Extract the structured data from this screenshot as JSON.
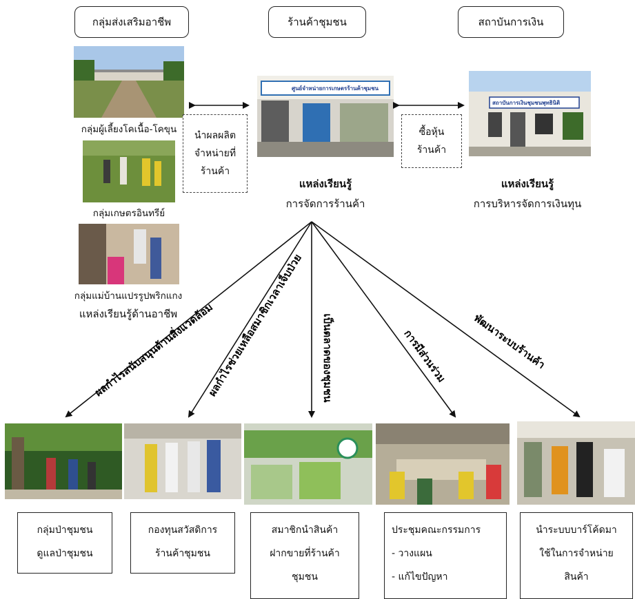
{
  "top_labels": {
    "career": "กลุ่มส่งเสริมอาชีพ",
    "store": "ร้านค้าชุมชน",
    "finance": "สถาบันการเงิน"
  },
  "left_groups": {
    "cattle": "กลุ่มผู้เลี้ยงโคเนื้อ-โคขุน",
    "organic": "กลุ่มเกษตรอินทรีย์",
    "chili": "กลุ่มแม่บ้านแปรรูปพริกแกง",
    "summary": "แหล่งเรียนรู้ด้านอาชีพ"
  },
  "connectors": {
    "left_box": [
      "นำผลผลิต",
      "จำหน่ายที่",
      "ร้านค้า"
    ],
    "right_box": [
      "ซื้อหุ้น",
      "ร้านค้า"
    ]
  },
  "store_sign": "ศูนย์จำหน่ายการเกษตรร้านค้าชุมชน",
  "finance_sign": "สถาบันการเงินชุมชนพุทธินิติ",
  "center_learning": {
    "title": "แหล่งเรียนรู้",
    "subtitle": "การจัดการร้านค้า"
  },
  "finance_learning": {
    "title": "แหล่งเรียนรู้",
    "subtitle": "การบริหารจัดการเงินทุน"
  },
  "arrow_labels": [
    "ผลกำไรสนับสนุนด้านสิ่งแวดล้อม",
    "ผลกำไรช่วยเหลือสมาชิกเวลาเจ็บป่วย",
    "เป็นตลาดของชุมชน",
    "การมีส่วนร่วม",
    "พัฒนาระบบร้านค้า"
  ],
  "outputs": [
    {
      "lines": [
        "กลุ่มป่าชุมชน",
        "ดูแลป่าชุมชน"
      ]
    },
    {
      "lines": [
        "กองทุนสวัสดิการ",
        "ร้านค้าชุมชน"
      ]
    },
    {
      "lines": [
        "สมาชิกนำสินค้า",
        "ฝากขายที่ร้านค้า",
        "ชุมชน"
      ]
    },
    {
      "lines": [
        "ประชุมคณะกรรมการ",
        "- วางแผน",
        "- แก้ไขปัญหา"
      ]
    },
    {
      "lines": [
        "นำระบบบาร์โค้ดมา",
        "ใช้ในการจำหน่าย",
        "สินค้า"
      ]
    }
  ],
  "colors": {
    "line": "#111111",
    "sky": "#9cc3e6",
    "grass": "#5f8f3a",
    "store_blue": "#2f6fb3",
    "finance_wall": "#e9e6dd",
    "finance_sign": "#1f3f8f"
  }
}
